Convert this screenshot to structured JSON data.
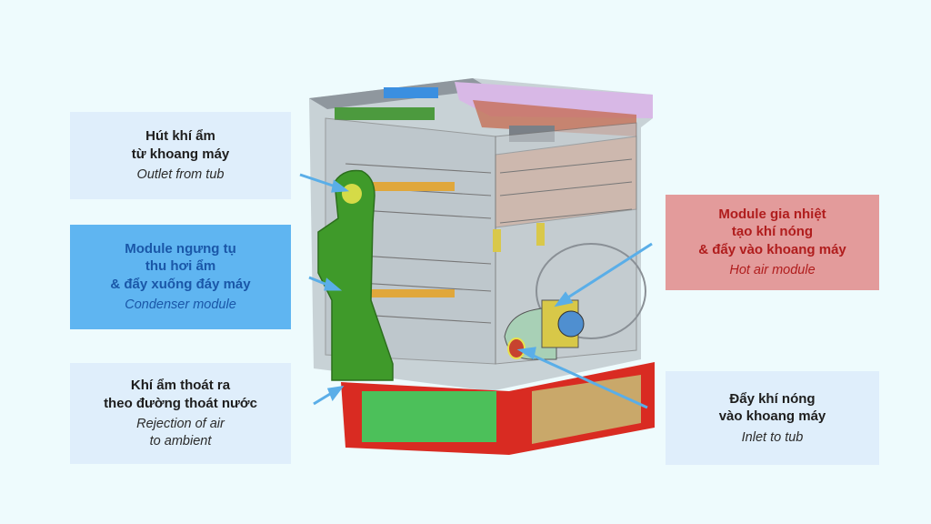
{
  "callouts": {
    "outlet": {
      "vi": [
        "Hút khí ẩm",
        "từ khoang máy"
      ],
      "en": [
        "Outlet from tub"
      ]
    },
    "condenser": {
      "vi": [
        "Module ngưng tụ",
        "thu hơi ẩm",
        "& đẩy xuống đáy máy"
      ],
      "en": [
        "Condenser module"
      ]
    },
    "rejection": {
      "vi": [
        "Khí ẩm thoát ra",
        "theo đường thoát nước"
      ],
      "en": [
        "Rejection of air",
        "to ambient"
      ]
    },
    "hot_air": {
      "vi": [
        "Module gia nhiệt",
        "tạo khí nóng",
        "& đẩy vào khoang máy"
      ],
      "en": [
        "Hot air module"
      ]
    },
    "inlet": {
      "vi": [
        "Đẩy khí nóng",
        "vào khoang máy"
      ],
      "en": [
        "Inlet to tub"
      ]
    }
  },
  "colors": {
    "background": "#eefbfd",
    "condenser_box": "#5fb5f1",
    "hot_air_box": "#e39b9b",
    "neutral_box": "#dfeefb",
    "arrow": "#5aaee8",
    "condenser_part": "#3f9a2a",
    "base_part": "#d92b22",
    "heater_part": "#e0c84b"
  }
}
